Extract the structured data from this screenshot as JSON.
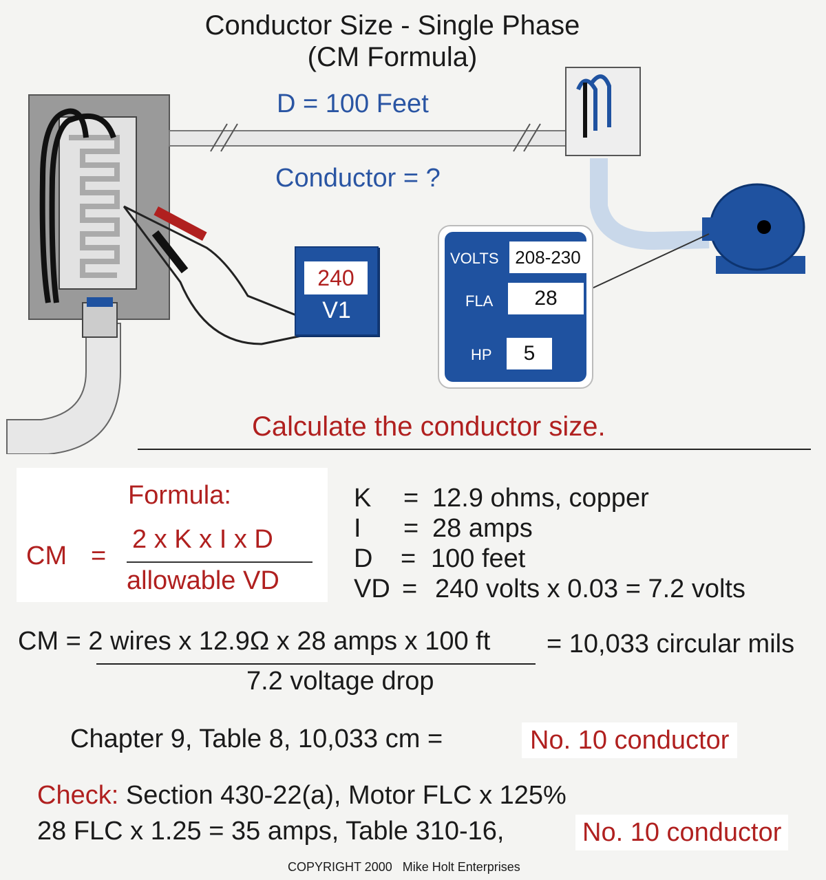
{
  "title": {
    "line1": "Conductor Size - Single Phase",
    "line2": "(CM Formula)"
  },
  "distance_label": "D = 100 Feet",
  "conductor_label": "Conductor = ?",
  "meter": {
    "reading": "240",
    "label": "V1"
  },
  "nameplate": {
    "volts_label": "VOLTS",
    "volts_value": "208-230",
    "fla_label": "FLA",
    "fla_value": "28",
    "hp_label": "HP",
    "hp_value": "5"
  },
  "instruction": "Calculate the conductor size.",
  "formula": {
    "heading": "Formula:",
    "lhs": "CM",
    "eq": "=",
    "numerator": "2 x K x I x D",
    "denominator": "allowable VD"
  },
  "variables": [
    {
      "name": "K",
      "eq": "=",
      "value": "12.9 ohms, copper"
    },
    {
      "name": "I",
      "eq": "=",
      "value": "28 amps"
    },
    {
      "name": "D",
      "eq": "=",
      "value": "100 feet"
    },
    {
      "name": "VD",
      "eq": "=",
      "value": "240 volts x 0.03 = 7.2 volts"
    }
  ],
  "calc": {
    "numerator": "CM = 2 wires x 12.9Ω  x 28 amps x 100 ft",
    "result": "= 10,033 circular mils",
    "denominator": "7.2 voltage drop"
  },
  "table_line": {
    "text": "Chapter 9, Table 8,  10,033 cm  =",
    "answer": "No. 10 conductor"
  },
  "check": {
    "label": "Check:",
    "line1": "Section 430-22(a), Motor FLC x 125%",
    "line2": "28 FLC x 1.25 = 35 amps, Table 310-16,",
    "answer": "No. 10 conductor"
  },
  "copyright": "COPYRIGHT 2000   Mike Holt Enterprises",
  "colors": {
    "blue": "#2a55a3",
    "red": "#b0201f",
    "equipment_blue": "#1f52a0"
  }
}
